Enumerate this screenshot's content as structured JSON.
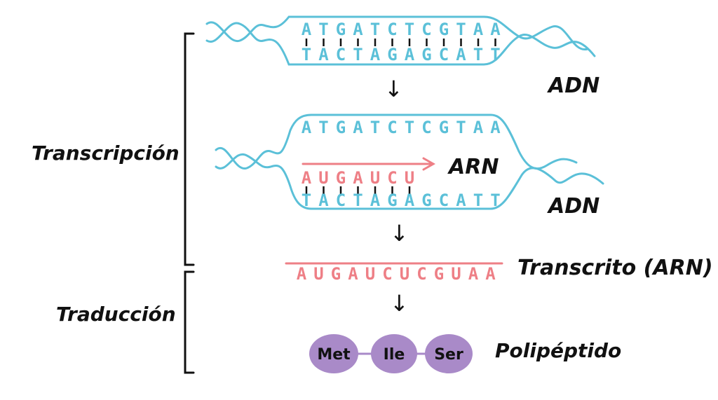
{
  "colors": {
    "dna": "#5bc0d8",
    "rna": "#ee7f86",
    "peptide": "#a98ac8",
    "ink": "#111111"
  },
  "labels": {
    "transcription": "Transcripción",
    "translation": "Traducción",
    "dna_top": "ADN",
    "dna_middle": "ADN",
    "rna_strand": "ARN",
    "transcript": "Transcrito (ARN)",
    "polypeptide": "Polipéptido",
    "arrow_glyph": "↓"
  },
  "sequences": {
    "dna_coding": "ATGATCTCGTAA",
    "dna_template": "TACTAGAGCATT",
    "rna_partial": "AUGAUCU",
    "rna_transcript": "AUGAUCUCGUAA"
  },
  "amino_acids": [
    "Met",
    "Ile",
    "Ser"
  ]
}
